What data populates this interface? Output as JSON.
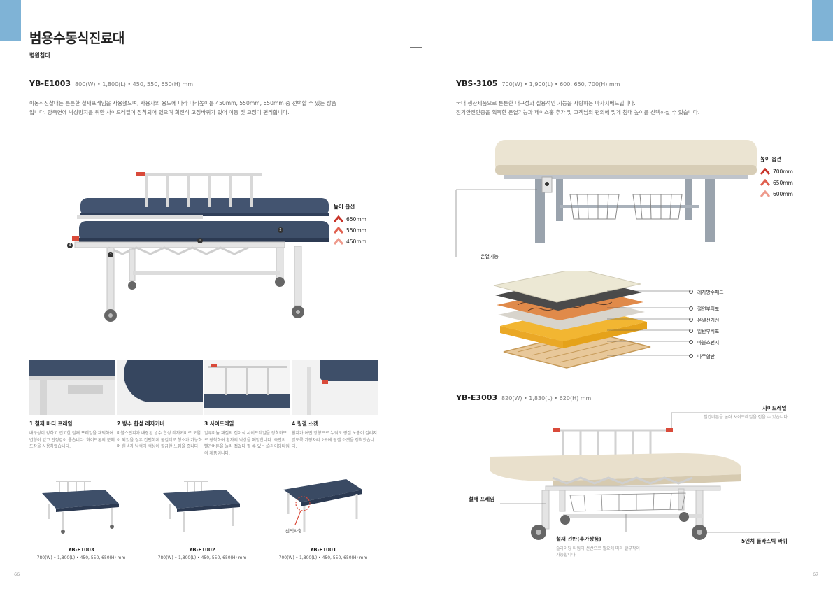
{
  "page": {
    "title": "범용수동식진료대",
    "subtitle": "병원침대",
    "page_left": "66",
    "page_right": "67"
  },
  "colors": {
    "accent": "#7fb3d6",
    "option_red": "#d94a3a",
    "mattress_blue": "#3e4f69",
    "mattress_cream": "#e9e0cc"
  },
  "left": {
    "model": "YB-E1003",
    "spec": "800(W) • 1,800(L) • 450, 550, 650(H) mm",
    "desc_line1": "이동식진찰대는 튼튼한 철재프레임을 사용했으며, 사용자의 용도에 따라 다리높이를 450mm, 550mm, 650mm 중 선택할 수 있는 상품",
    "desc_line2": "입니다. 양측면에 낙상방지를 위한 사이드레일이 장착되어 있으며 회전식 고정바퀴가 있어 이동 및 고정이 편리합니다.",
    "height_title": "높이 옵션",
    "heights": [
      "650mm",
      "550mm",
      "450mm"
    ],
    "bed_numbers": [
      "1",
      "2",
      "3",
      "4"
    ],
    "features": [
      {
        "title": "1  철재 바디 프레임",
        "desc": "내구성이 강하고 견고한 철재 프레임을 채택하여 변형이 없고 안정감이 좋습니다. 화이트톤의 분체도장을 사용하였습니다."
      },
      {
        "title": "2  방수 합성 레자커버",
        "desc": "마블스펀지가 내장된 방수 합성 레자커버로 오염이 되었을 경우 간편하게 물걸레로 청소가 가능하며 흰색과 남색의 색상이 깔끔한 느낌을 줍니다."
      },
      {
        "title": "3  사이드레일",
        "desc": "알루미늄 재질의 접이식 사이드레일을 장착하므로 장착하여 환자의 낙상을 예방합니다. 측면의 빨간버튼을 눌러 접었다 펼 수 있는 슬라이딩타입의 제품입니다."
      },
      {
        "title": "4  링겔 소켓",
        "desc": "환자가 어떤 방향으로 누워도 링겔 노출이 걸리지 않도록 가장자리 2곳에 링겔 소켓을 장착했습니다."
      }
    ],
    "products": [
      {
        "name": "YB-E1003",
        "spec": "780(W) • 1,800(L) • 450, 550, 650(H) mm"
      },
      {
        "name": "YB-E1002",
        "spec": "780(W) • 1,800(L) • 450, 550, 650(H) mm"
      },
      {
        "name": "YB-E1001",
        "spec": "700(W) • 1,800(L) • 450, 550, 650(H) mm"
      }
    ],
    "option_label": "선택사항"
  },
  "right": {
    "model1": "YBS-3105",
    "spec1": "700(W) • 1,900(L) • 600, 650, 700(H) mm",
    "desc1_line1": "국내 생산제품으로 튼튼한 내구성과 실용적인 기능을 자랑하는 마사지베드입니다.",
    "desc1_line2": "전기안전인증을 획득한 온열기능과 페이스홀 추가 및 고객님의 편의에 맞게 침대 높이를 선택하실 수 있습니다.",
    "height_title": "높이 옵션",
    "heights": [
      "700mm",
      "650mm",
      "600mm"
    ],
    "heating_label": "온열기능",
    "layers": [
      "레자방수패드",
      "절연부직포",
      "온열전기선",
      "일반부직포",
      "마블스펀지",
      "나무합판"
    ],
    "model2": "YB-E3003",
    "spec2": "820(W) • 1,830(L) • 620(H) mm",
    "side_rail_title": "사이드레일",
    "side_rail_desc": "빨간버튼을 눌러 사이드레일을 접을 수 있습니다.",
    "frame_label": "철재 프레임",
    "shelf_title": "철재 선반(추가상품)",
    "shelf_desc": "슬라이딩 타입의 선반으로 필요에 따라 탈부착이 가능합니다.",
    "wheel_label": "5인치 플라스틱 바퀴"
  }
}
